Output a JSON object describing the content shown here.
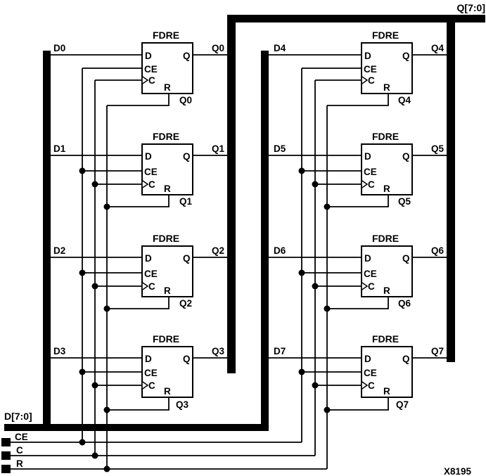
{
  "diagram": {
    "part_label": "X8195",
    "q_bus": {
      "label": "Q[7:0]"
    },
    "d_bus": {
      "label": "D[7:0]"
    },
    "control_inputs": {
      "ce": "CE",
      "c": "C",
      "r": "R"
    },
    "ff": {
      "title": "FDRE",
      "pins": {
        "d": "D",
        "ce": "CE",
        "c": "C",
        "q": "Q",
        "r": "R"
      }
    },
    "flipflops": [
      {
        "input": "D0",
        "output": "Q0",
        "net": "Q0"
      },
      {
        "input": "D1",
        "output": "Q1",
        "net": "Q1"
      },
      {
        "input": "D2",
        "output": "Q2",
        "net": "Q2"
      },
      {
        "input": "D3",
        "output": "Q3",
        "net": "Q3"
      },
      {
        "input": "D4",
        "output": "Q4",
        "net": "Q4"
      },
      {
        "input": "D5",
        "output": "Q5",
        "net": "Q5"
      },
      {
        "input": "D6",
        "output": "Q6",
        "net": "Q6"
      },
      {
        "input": "D7",
        "output": "Q7",
        "net": "Q7"
      }
    ]
  }
}
